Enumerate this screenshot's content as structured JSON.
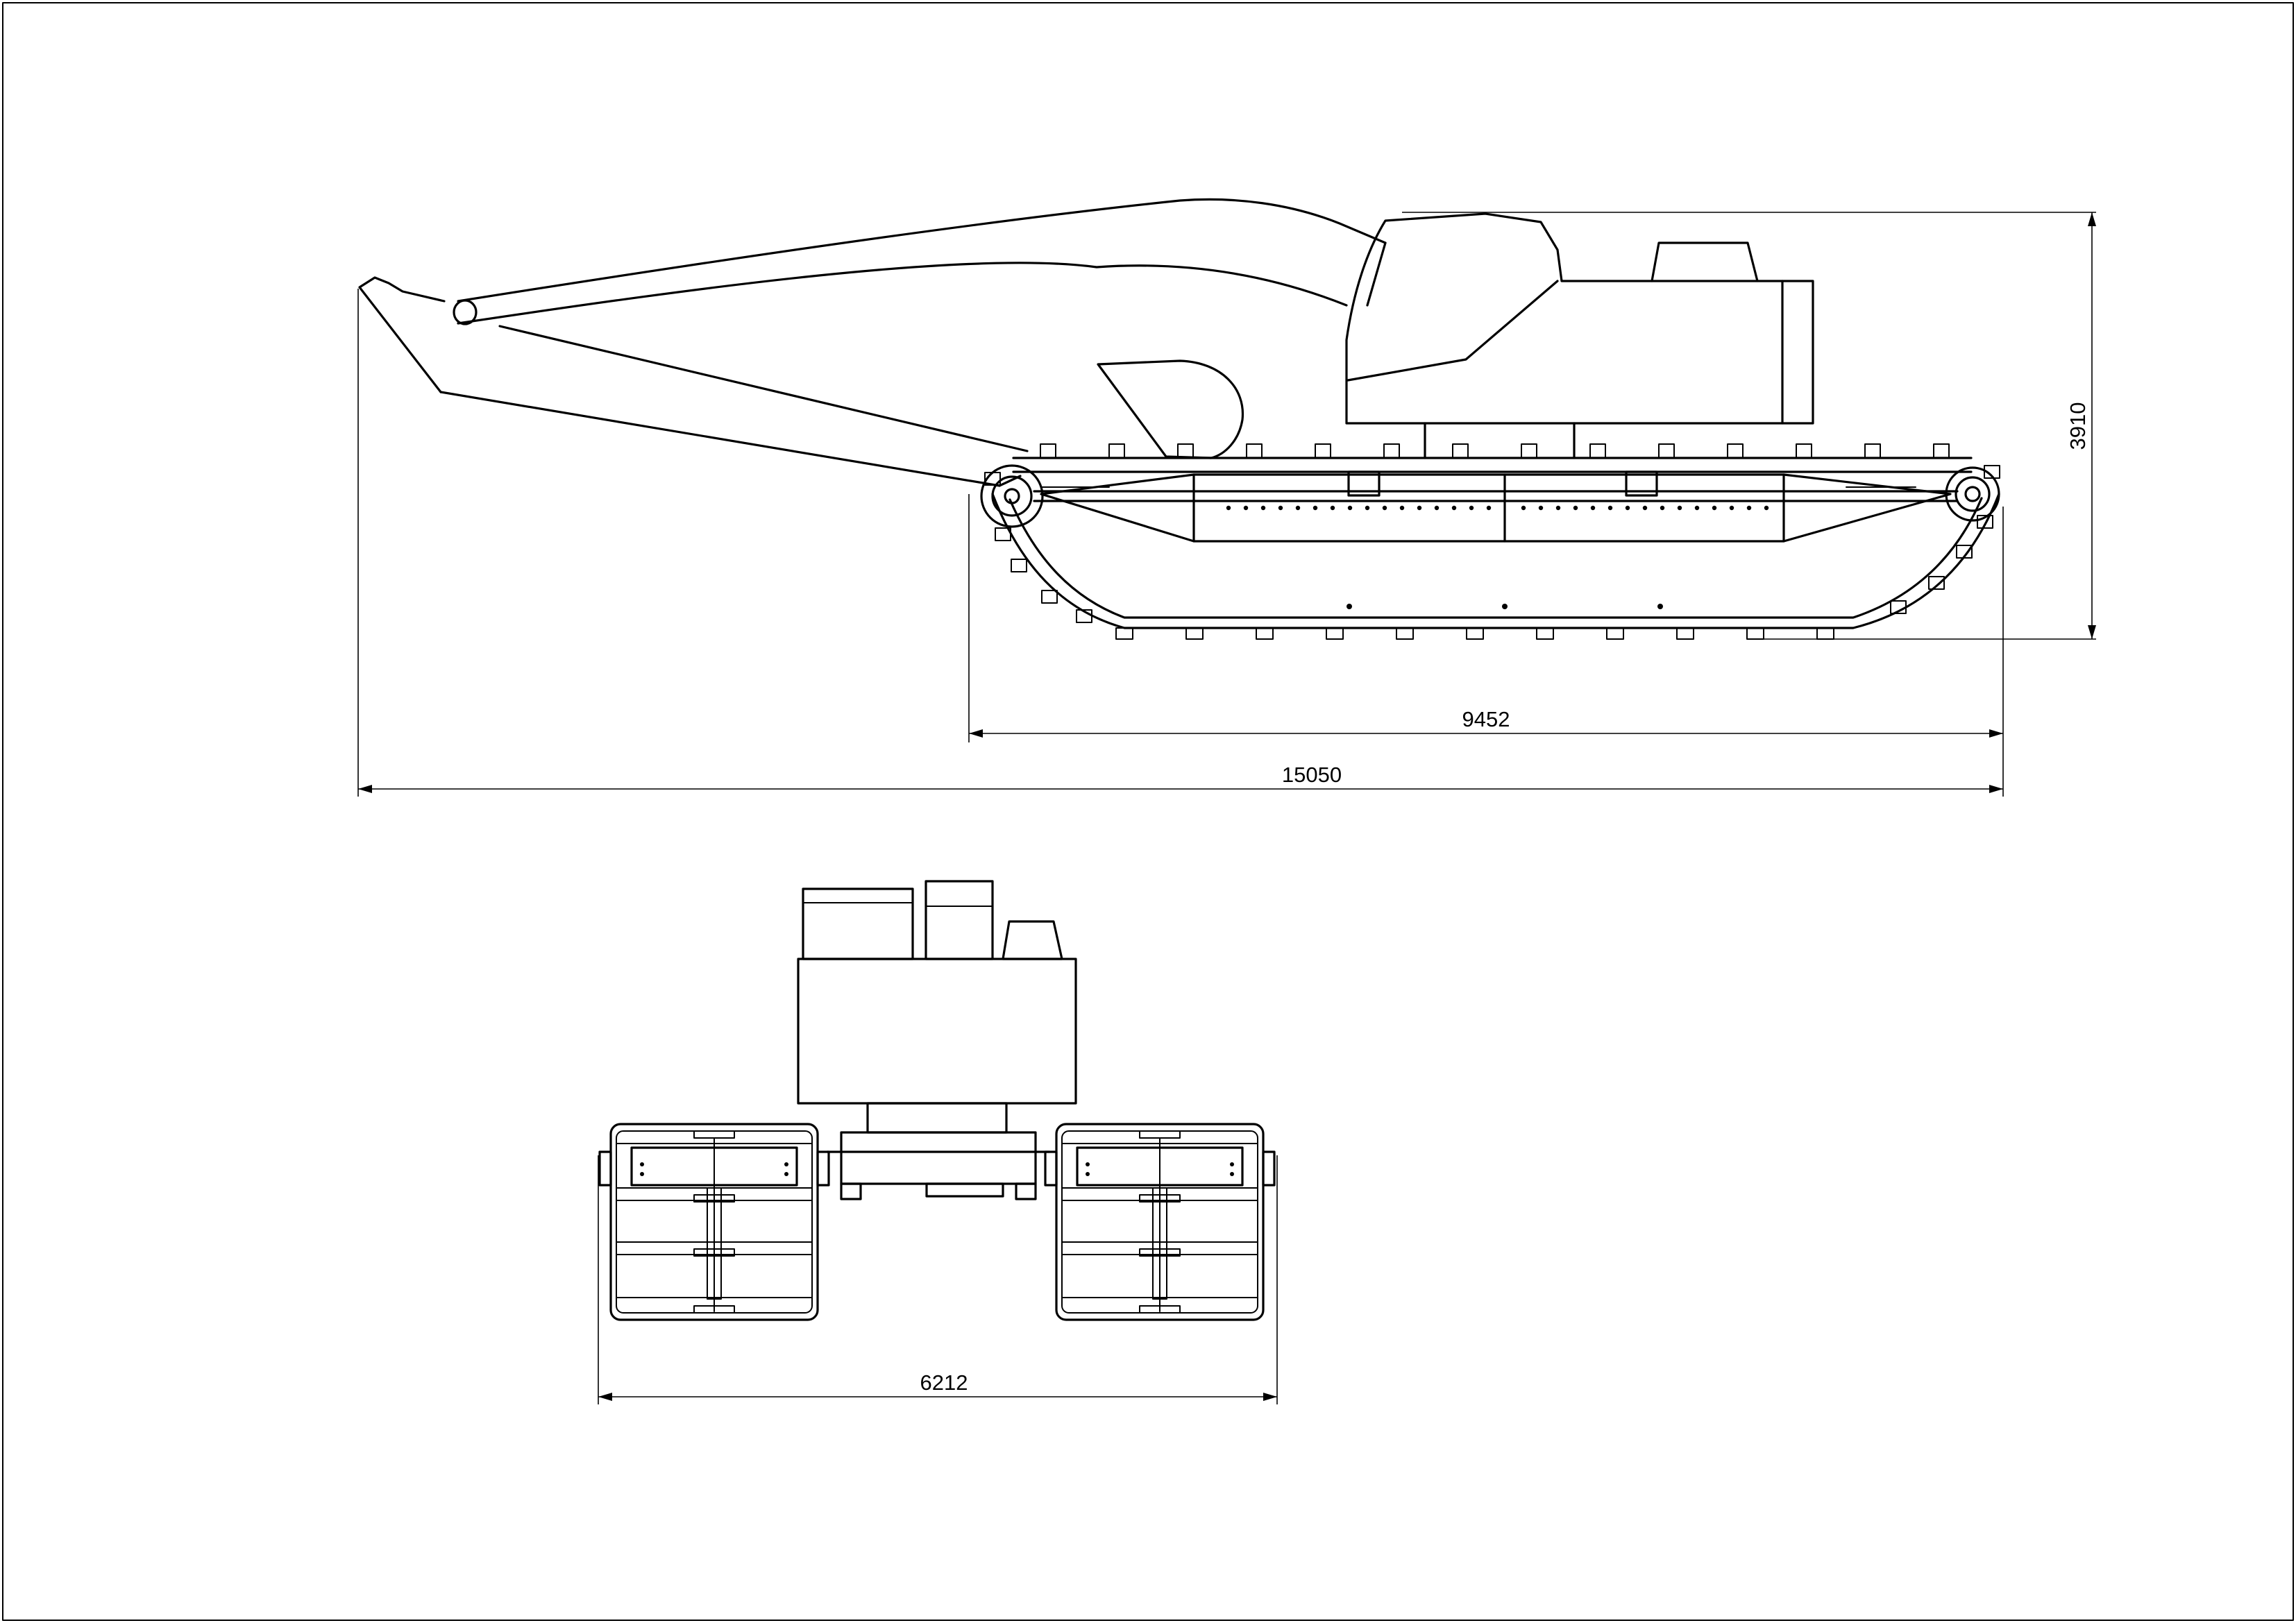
{
  "dimensions": {
    "overall_length": "15050",
    "track_length": "9452",
    "height": "3910",
    "overall_width": "6212"
  },
  "colors": {
    "line": "#000000",
    "background": "#ffffff"
  }
}
